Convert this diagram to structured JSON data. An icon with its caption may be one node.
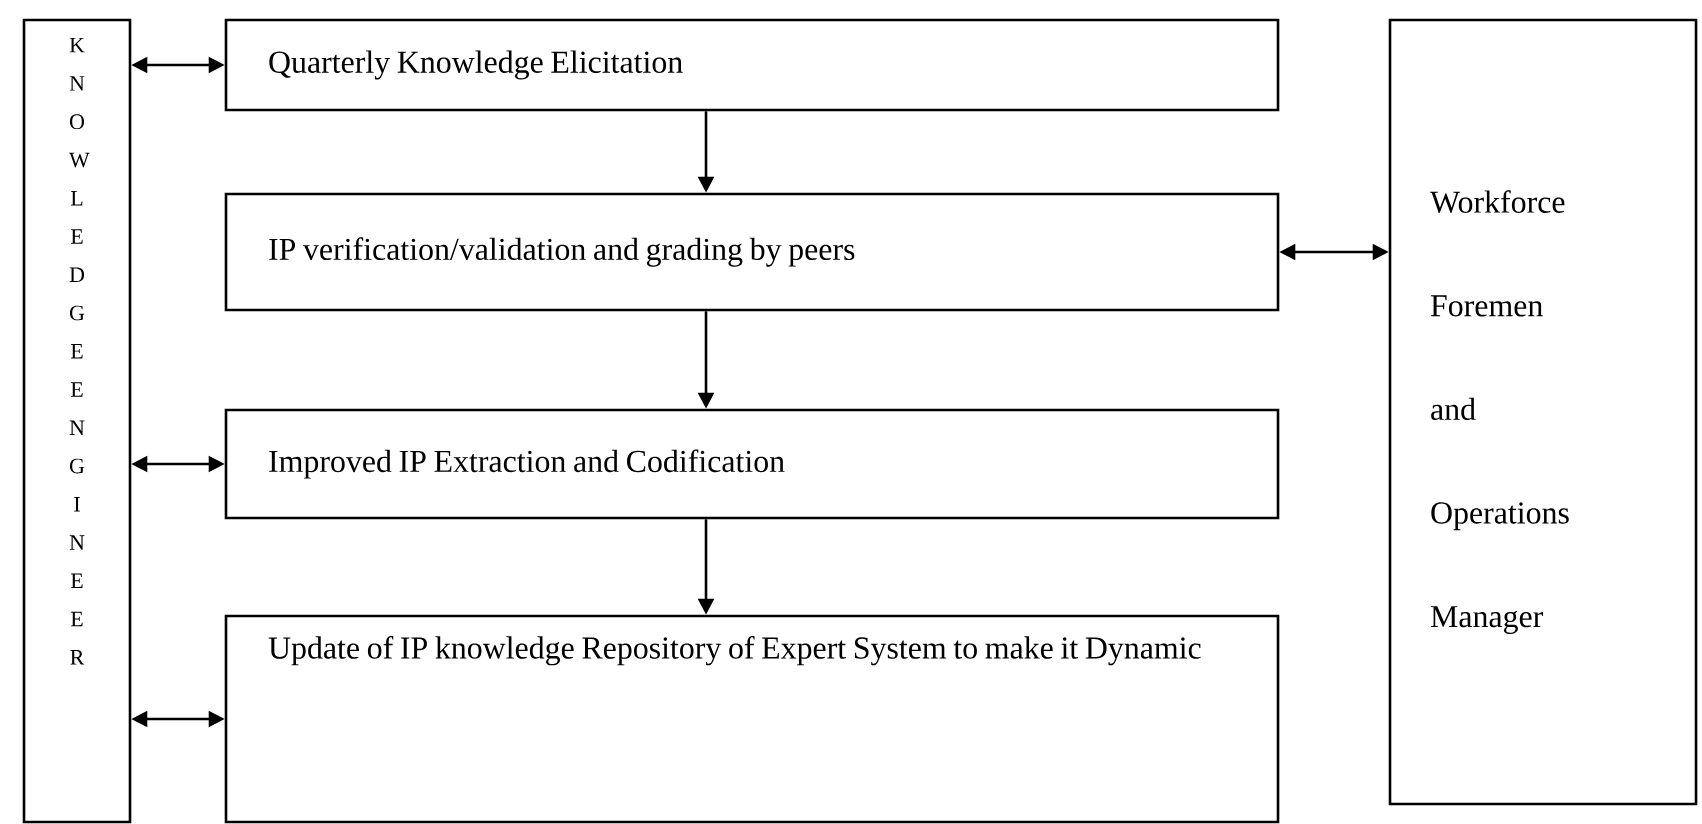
{
  "diagram": {
    "nodes": [
      {
        "text": [
          "KNOWLEDGE ENGINEER"
        ]
      },
      {
        "text": [
          "Quarterly Knowledge Elicitation"
        ]
      },
      {
        "text": [
          "IP verification/validation and grading by peers"
        ]
      },
      {
        "text": [
          "Improved IP Extraction and Codification"
        ]
      },
      {
        "text": [
          "Update of IP knowledge Repository of Expert System to make it Dynamic"
        ]
      },
      {
        "text": [
          "Workforce Foremen and Operations Manager"
        ]
      }
    ],
    "edges": [
      {
        "from": 0,
        "to": 1,
        "arrow": "both"
      },
      {
        "from": 1,
        "to": 2,
        "arrow": "to"
      },
      {
        "from": 2,
        "to": 5,
        "arrow": "both"
      },
      {
        "from": 2,
        "to": 3,
        "arrow": "to"
      },
      {
        "from": 0,
        "to": 3,
        "arrow": "both"
      },
      {
        "from": 3,
        "to": 4,
        "arrow": "to"
      },
      {
        "from": 0,
        "to": 4,
        "arrow": "both"
      }
    ]
  }
}
